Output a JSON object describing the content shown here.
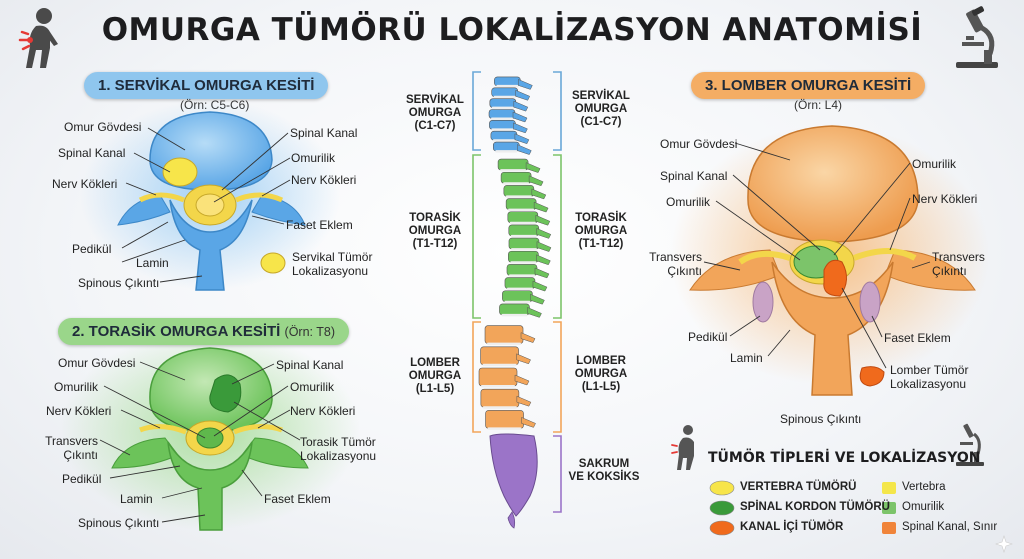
{
  "title": "OMURGA TÜMÖRÜ LOKALİZASYON ANATOMİSİ",
  "sections": {
    "cervical": {
      "header": "1. SERVİKAL OMURGA KESİTİ",
      "example": "(Örn: C5-C6)",
      "labels": {
        "omur_govdesi": "Omur Gövdesi",
        "spinal_kanal_left": "Spinal Kanal",
        "nerv_kokleri_left": "Nerv Kökleri",
        "pedikul": "Pedikül",
        "lamin": "Lamin",
        "spinous": "Spinous Çıkıntı",
        "spinal_kanal_right": "Spinal Kanal",
        "omurilik": "Omurilik",
        "nerv_kokleri_right": "Nerv Kökleri",
        "faset": "Faset Eklem",
        "tumor_line1": "Servikal Tümör",
        "tumor_line2": "Lokalizasyonu"
      }
    },
    "thoracic": {
      "header": "2. TORASİK OMURGA KESİTİ",
      "example": "(Örn: T8)",
      "labels": {
        "omur_govdesi": "Omur Gövdesi",
        "omurilik_left": "Omurilik",
        "nerv_kokleri_left": "Nerv Kökleri",
        "transvers_line1": "Transvers",
        "transvers_line2": "Çıkıntı",
        "pedikul": "Pedikül",
        "lamin": "Lamin",
        "spinous": "Spinous Çıkıntı",
        "spinal_kanal": "Spinal Kanal",
        "omurilik_right": "Omurilik",
        "nerv_kokleri_right": "Nerv Kökleri",
        "tumor_line1": "Torasik Tümör",
        "tumor_line2": "Lokalizasyonu",
        "faset": "Faset Eklem"
      }
    },
    "lumbar": {
      "header": "3. LOMBER OMURGA KESİTİ",
      "example": "(Örn: L4)",
      "labels": {
        "omur_govdesi": "Omur Gövdesi",
        "spinal_kanal": "Spinal Kanal",
        "omurilik_left": "Omurilik",
        "transvers_left_line1": "Transvers",
        "transvers_left_line2": "Çıkıntı",
        "pedikul": "Pedikül",
        "lamin": "Lamin",
        "spinous": "Spinous Çıkıntı",
        "omurilik_right": "Omurilik",
        "nerv_kokleri": "Nerv Kökleri",
        "transvers_right_line1": "Transvers",
        "transvers_right_line2": "Çıkıntı",
        "faset": "Faset Eklem",
        "tumor_line1": "Lomber Tümör",
        "tumor_line2": "Lokalizasyonu"
      }
    }
  },
  "spine": {
    "left": [
      {
        "l1": "SERVİKAL",
        "l2": "OMURGA",
        "l3": "(C1-C7)"
      },
      {
        "l1": "TORASİK",
        "l2": "OMURGA",
        "l3": "(T1-T12)"
      },
      {
        "l1": "LOMBER",
        "l2": "OMURGA",
        "l3": "(L1-L5)"
      }
    ],
    "right": [
      {
        "l1": "SERVİKAL",
        "l2": "OMURGA",
        "l3": "(C1-C7)"
      },
      {
        "l1": "TORASİK",
        "l2": "OMURGA",
        "l3": "(T1-T12)"
      },
      {
        "l1": "LOMBER",
        "l2": "OMURGA",
        "l3": "(L1-L5)"
      },
      {
        "l1": "SAKRUM",
        "l2": "VE KOKSİKS",
        "l3": ""
      }
    ]
  },
  "legend": {
    "title": "TÜMÖR TİPLERİ VE LOKALİZASYON",
    "items": [
      {
        "label": "VERTEBRA TÜMÖRÜ",
        "color": "#f7e54a",
        "key": "Vertebra",
        "key_color": "#f4e64a"
      },
      {
        "label": "SPİNAL KORDON TÜMÖRÜ",
        "color": "#3a9a3a",
        "key": "Omurilik",
        "key_color": "#7cc46a"
      },
      {
        "label": "KANAL İÇİ TÜMÖR",
        "color": "#f06a1c",
        "key": "Spinal Kanal, Sınır",
        "key_color": "#f0843a"
      }
    ]
  },
  "colors": {
    "cervical": "#5aa6e6",
    "thoracic": "#6cc35a",
    "lumbar": "#f2a55a",
    "sacrum": "#9b74c8",
    "cord": "#f3d64a"
  },
  "icons": [
    "back-pain-person-icon",
    "microscope-icon",
    "sparkle-icon"
  ]
}
